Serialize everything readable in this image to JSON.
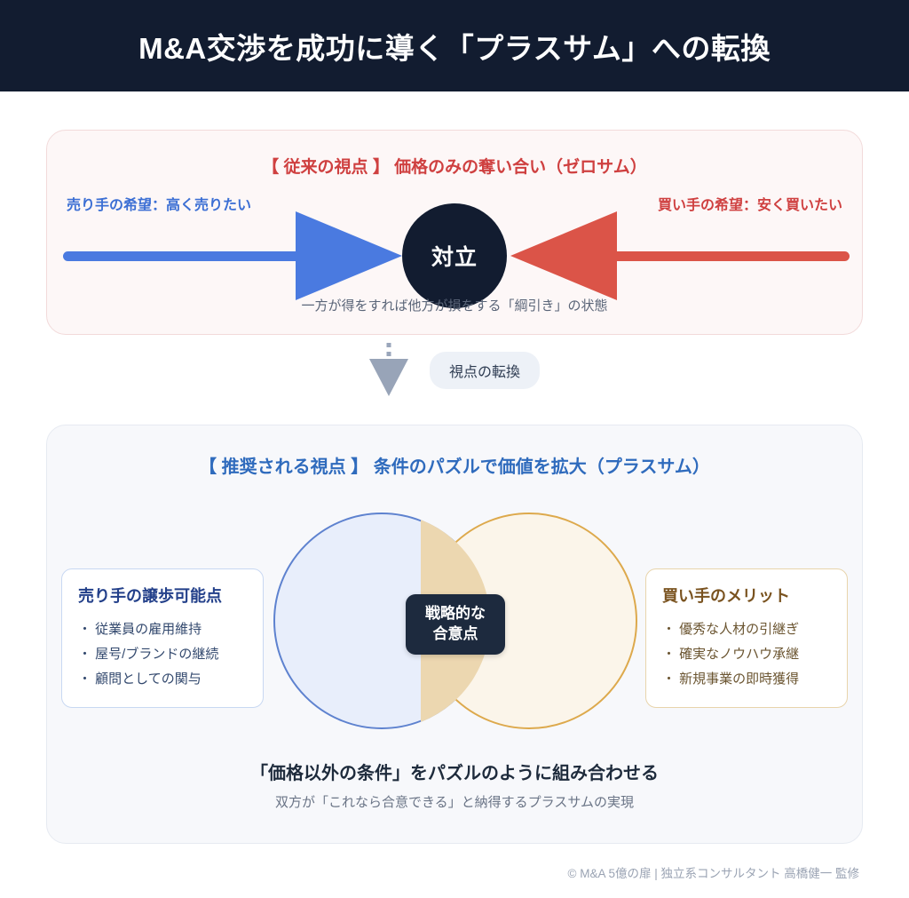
{
  "header": {
    "title": "M&A交渉を成功に導く「プラスサム」への転換"
  },
  "zero_sum_panel": {
    "heading": "【 従来の視点 】 価格のみの奪い合い（ゼロサム）",
    "left_label": "売り手の希望：高く売りたい",
    "right_label": "買い手の希望：安く買いたい",
    "center_label": "対立",
    "note": "一方が得をすれば他方が損をする「綱引き」の状態",
    "colors": {
      "seller": "#4a7ae0",
      "buyer": "#db5448",
      "center": "#121c30",
      "panel_bg": "#fdf7f7",
      "panel_border": "#f2dada",
      "heading": "#cf4040"
    }
  },
  "transition": {
    "label": "視点の転換",
    "arrow_icon": "down-triangle-icon",
    "color": "#98a4b8"
  },
  "plus_sum_panel": {
    "heading": "【 推奨される視点 】 条件のパズルで価値を拡大（プラスサム）",
    "venn": {
      "left_circle_name": "売り手の譲歩可能点",
      "right_circle_name": "買い手のメリット",
      "overlap_label_line1": "戦略的な",
      "overlap_label_line2": "合意点",
      "left_fill": "#e8eefb",
      "left_stroke": "#5e82cf",
      "right_fill": "#fbf5ea",
      "right_stroke": "#dda94c",
      "overlap_fill": "#ecd7b0"
    },
    "seller_box": {
      "title": "売り手の譲歩可能点",
      "items": [
        "・ 従業員の雇用維持",
        "・ 屋号/ブランドの継続",
        "・ 顧問としての関与"
      ]
    },
    "buyer_box": {
      "title": "買い手のメリット",
      "items": [
        "・ 優秀な人材の引継ぎ",
        "・ 確実なノウハウ承継",
        "・ 新規事業の即時獲得"
      ]
    },
    "conclusion": "「価格以外の条件」をパズルのように組み合わせる",
    "sub_conclusion": "双方が「これなら合意できる」と納得するプラスサムの実現",
    "colors": {
      "panel_bg": "#f7f8fb",
      "panel_border": "#e6eaf1",
      "heading": "#2f6bbd",
      "badge_bg": "#1d2a3e"
    }
  },
  "credit": "© M&A 5億の扉 | 独立系コンサルタント 高橋健一 監修"
}
